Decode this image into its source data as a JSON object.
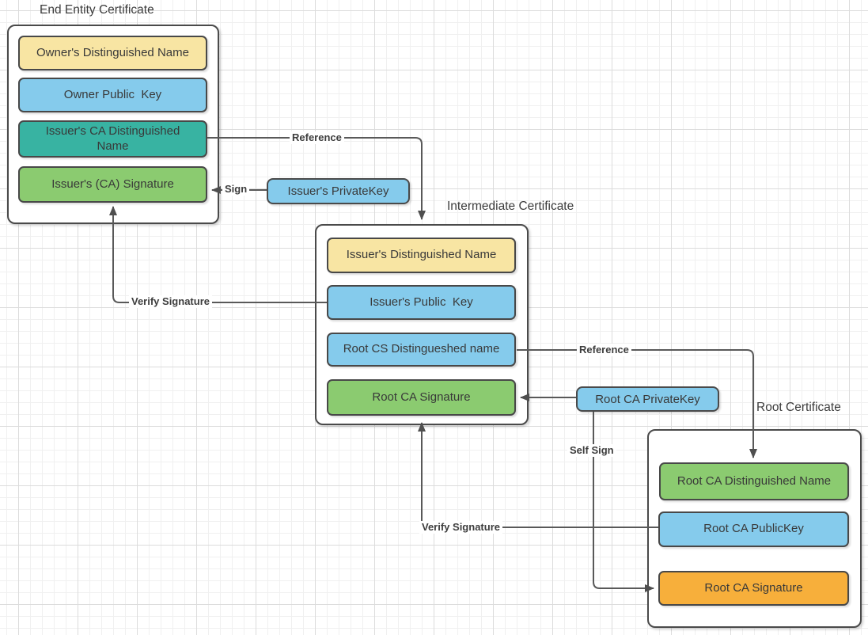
{
  "diagram": {
    "colors": {
      "field_yellow": "#F8E5A3",
      "field_blue": "#85CBEC",
      "field_teal": "#38B3A2",
      "field_green": "#8BCB70",
      "field_orange": "#F7AF3B",
      "box_border": "#4a4a4a",
      "connector_line": "#595959",
      "text": "#3c3c3c",
      "grid_minor": "#f0f0f0",
      "grid_major": "#dcdcdc"
    },
    "certificates": [
      {
        "title": "End Entity Certificate",
        "fields": [
          {
            "label": "Owner's Distinguished Name",
            "color": "yellow"
          },
          {
            "label": "Owner Public  Key",
            "color": "blue"
          },
          {
            "label": "Issuer's CA Distinguished Name",
            "color": "teal"
          },
          {
            "label": "Issuer's (CA) Signature",
            "color": "green"
          }
        ]
      },
      {
        "title": "Intermediate Certificate",
        "fields": [
          {
            "label": "Issuer's Distinguished Name",
            "color": "yellow"
          },
          {
            "label": "Issuer's Public  Key",
            "color": "blue"
          },
          {
            "label": "Root CS Distingueshed name",
            "color": "blue"
          },
          {
            "label": "Root CA Signature",
            "color": "green"
          }
        ]
      },
      {
        "title": "Root Certificate",
        "fields": [
          {
            "label": "Root CA Distinguished Name",
            "color": "green"
          },
          {
            "label": "Root CA PublicKey",
            "color": "blue"
          },
          {
            "label": "Root CA Signature",
            "color": "orange"
          }
        ]
      }
    ],
    "keys": [
      {
        "label": "Issuer's PrivateKey",
        "color": "blue"
      },
      {
        "label": "Root CA PrivateKey",
        "color": "blue"
      }
    ],
    "connectors": [
      {
        "label": "Reference",
        "from": "Issuer's CA Distinguished Name",
        "to": "Intermediate Certificate"
      },
      {
        "label": "Sign",
        "from": "Issuer's PrivateKey",
        "to": "Issuer's (CA) Signature"
      },
      {
        "label": "Verify Signature",
        "from": "Issuer's Public  Key",
        "to": "Issuer's (CA) Signature"
      },
      {
        "label": "Reference",
        "from": "Root CS Distingueshed name",
        "to": "Root CA Distinguished Name"
      },
      {
        "label": "",
        "from": "Root CA PrivateKey",
        "to": "Root CA Signature (Intermediate Certificate)"
      },
      {
        "label": "Self Sign",
        "from": "Root CA PrivateKey",
        "to": "Root CA Signature (Root Certificate)"
      },
      {
        "label": "Verify Signature",
        "from": "Root CA PublicKey",
        "to": "Root CA Signature (Intermediate Certificate)"
      }
    ]
  }
}
